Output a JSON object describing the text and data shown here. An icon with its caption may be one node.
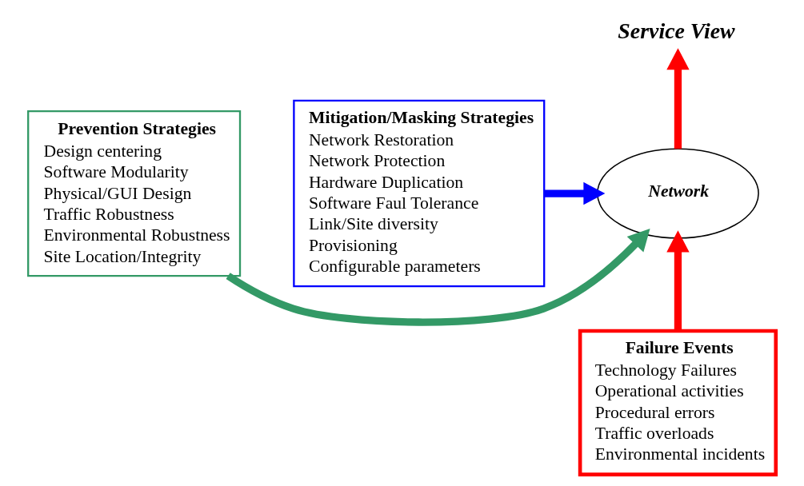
{
  "diagram": {
    "nodes": [
      {
        "text": [
          "Prevention Strategies",
          "Design centering",
          "Software Modularity",
          "Physical/GUI Design",
          "Traffic Robustness",
          "Environmental Robustness",
          "Site Location/Integrity"
        ]
      },
      {
        "text": [
          "Network"
        ]
      },
      {
        "text": [
          "Mitigation/Masking Strategies",
          "Network Restoration",
          "Network Protection",
          "Hardware Duplication",
          "Software Faul Tolerance",
          "Link/Site diversity",
          "Provisioning",
          "Configurable parameters"
        ]
      },
      {
        "text": [
          "Failure Events",
          "Technology Failures",
          "Operational activities",
          "Procedural errors",
          "Traffic overloads",
          "Environmental incidents"
        ]
      },
      {
        "text": [
          "Service View"
        ]
      }
    ],
    "edges": [
      {
        "from": 0,
        "to": 1,
        "arrow": "to",
        "color": "#339966"
      },
      {
        "from": 2,
        "to": 1,
        "arrow": "to",
        "color": "#0000ff"
      },
      {
        "from": 3,
        "to": 1,
        "arrow": "to",
        "color": "#ff0000"
      },
      {
        "from": 1,
        "to": 4,
        "arrow": "to",
        "color": "#ff0000"
      }
    ]
  }
}
